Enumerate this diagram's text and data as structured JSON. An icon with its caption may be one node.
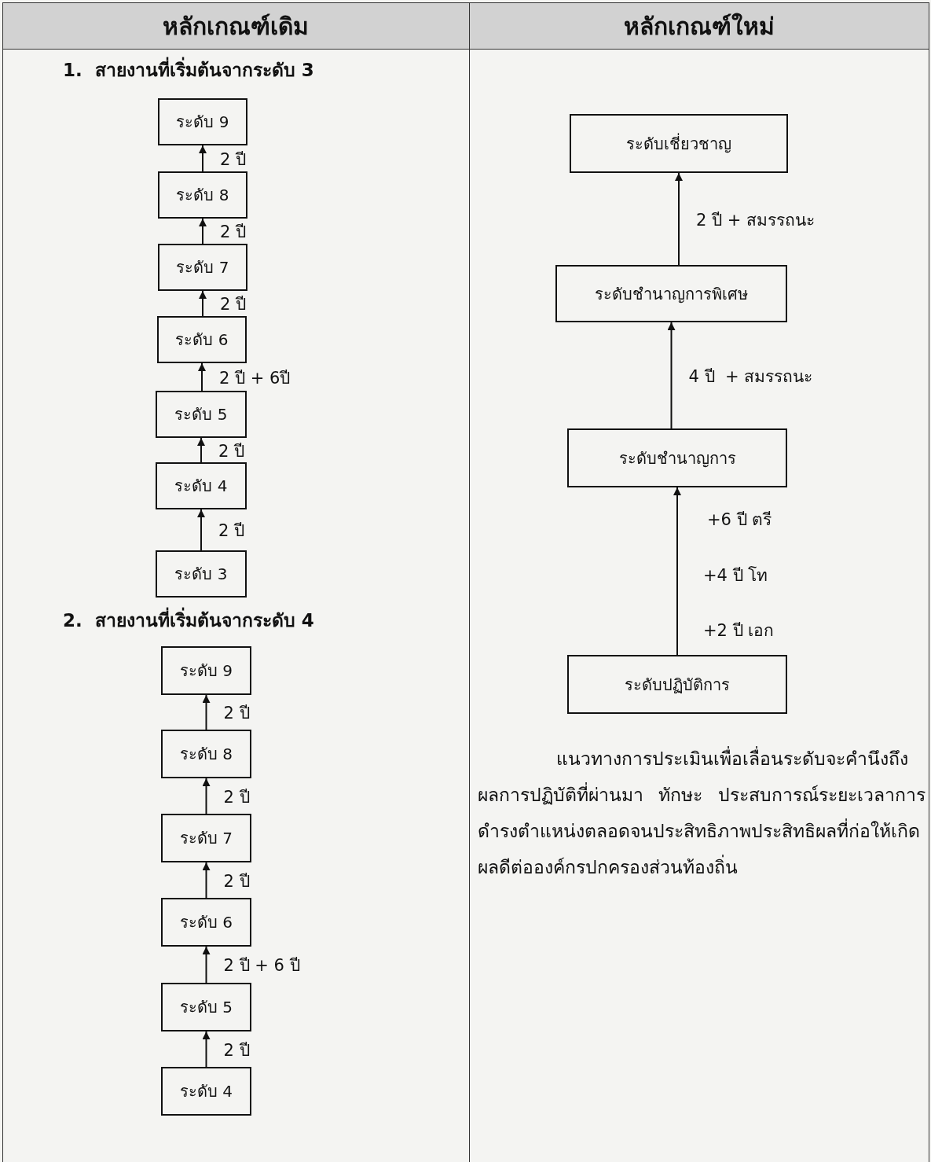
{
  "diagram": {
    "nodes": [
      {
        "text": [
          "ระดับ 9"
        ]
      },
      {
        "text": [
          "ระดับ 8"
        ]
      },
      {
        "text": [
          "ระดับ 7"
        ]
      },
      {
        "text": [
          "ระดับ 6"
        ]
      },
      {
        "text": [
          "ระดับ 5"
        ]
      },
      {
        "text": [
          "ระดับ 4"
        ]
      },
      {
        "text": [
          "ระดับ 3"
        ]
      },
      {
        "text": [
          "ระดับ 9"
        ]
      },
      {
        "text": [
          "ระดับ 8"
        ]
      },
      {
        "text": [
          "ระดับ 7"
        ]
      },
      {
        "text": [
          "ระดับ 6"
        ]
      },
      {
        "text": [
          "ระดับ 5"
        ]
      },
      {
        "text": [
          "ระดับ 4"
        ]
      },
      {
        "text": [
          "ระดับเชี่ยวชาญ"
        ]
      },
      {
        "text": [
          "ระดับชำนาญการพิเศษ"
        ]
      },
      {
        "text": [
          "ระดับชำนาญการ"
        ]
      },
      {
        "text": [
          "ระดับปฏิบัติการ"
        ]
      }
    ],
    "edges": [
      {
        "from": 1,
        "to": 0,
        "arrow": "to",
        "label": "2 ปี"
      },
      {
        "from": 2,
        "to": 1,
        "arrow": "to",
        "label": "2 ปี"
      },
      {
        "from": 3,
        "to": 2,
        "arrow": "to",
        "label": "2 ปี"
      },
      {
        "from": 4,
        "to": 3,
        "arrow": "to",
        "label": "2 ปี + 6ปี"
      },
      {
        "from": 5,
        "to": 4,
        "arrow": "to",
        "label": "2 ปี"
      },
      {
        "from": 6,
        "to": 5,
        "arrow": "to",
        "label": "2 ปี"
      },
      {
        "from": 8,
        "to": 7,
        "arrow": "to",
        "label": "2 ปี"
      },
      {
        "from": 9,
        "to": 8,
        "arrow": "to",
        "label": "2 ปี"
      },
      {
        "from": 10,
        "to": 9,
        "arrow": "to",
        "label": "2 ปี"
      },
      {
        "from": 11,
        "to": 10,
        "arrow": "to",
        "label": "2 ปี + 6 ปี"
      },
      {
        "from": 12,
        "to": 11,
        "arrow": "to",
        "label": "2 ปี"
      },
      {
        "from": 14,
        "to": 13,
        "arrow": "to",
        "label": "2 ปี + สมรรถนะ"
      },
      {
        "from": 15,
        "to": 14,
        "arrow": "to",
        "label": "4 ปี  + สมรรถนะ"
      },
      {
        "from": 16,
        "to": 15,
        "arrow": "to"
      }
    ],
    "labels": [
      "หลักเกณฑ์เดิม",
      "หลักเกณฑ์ใหม่",
      "1.  สายงานที่เริ่มต้นจากระดับ 3",
      "+6 ปี ตรี",
      "+4 ปี โท",
      "+2 ปี เอก",
      "2.  สายงานที่เริ่มต้นจากระดับ 4",
      "แนวทางการประเมินเพื่อเลื่อนระดับจะคำนึงถึงผลการปฏิบัติที่ผ่านมา ทักษะ ประสบการณ์ระยะเวลาการดำรงตำแหน่งตลอดจนประสิทธิภาพประสิทธิผลที่ก่อให้เกิดผลดีต่อองค์กรปกครองส่วนท้องถิ่น"
    ]
  }
}
